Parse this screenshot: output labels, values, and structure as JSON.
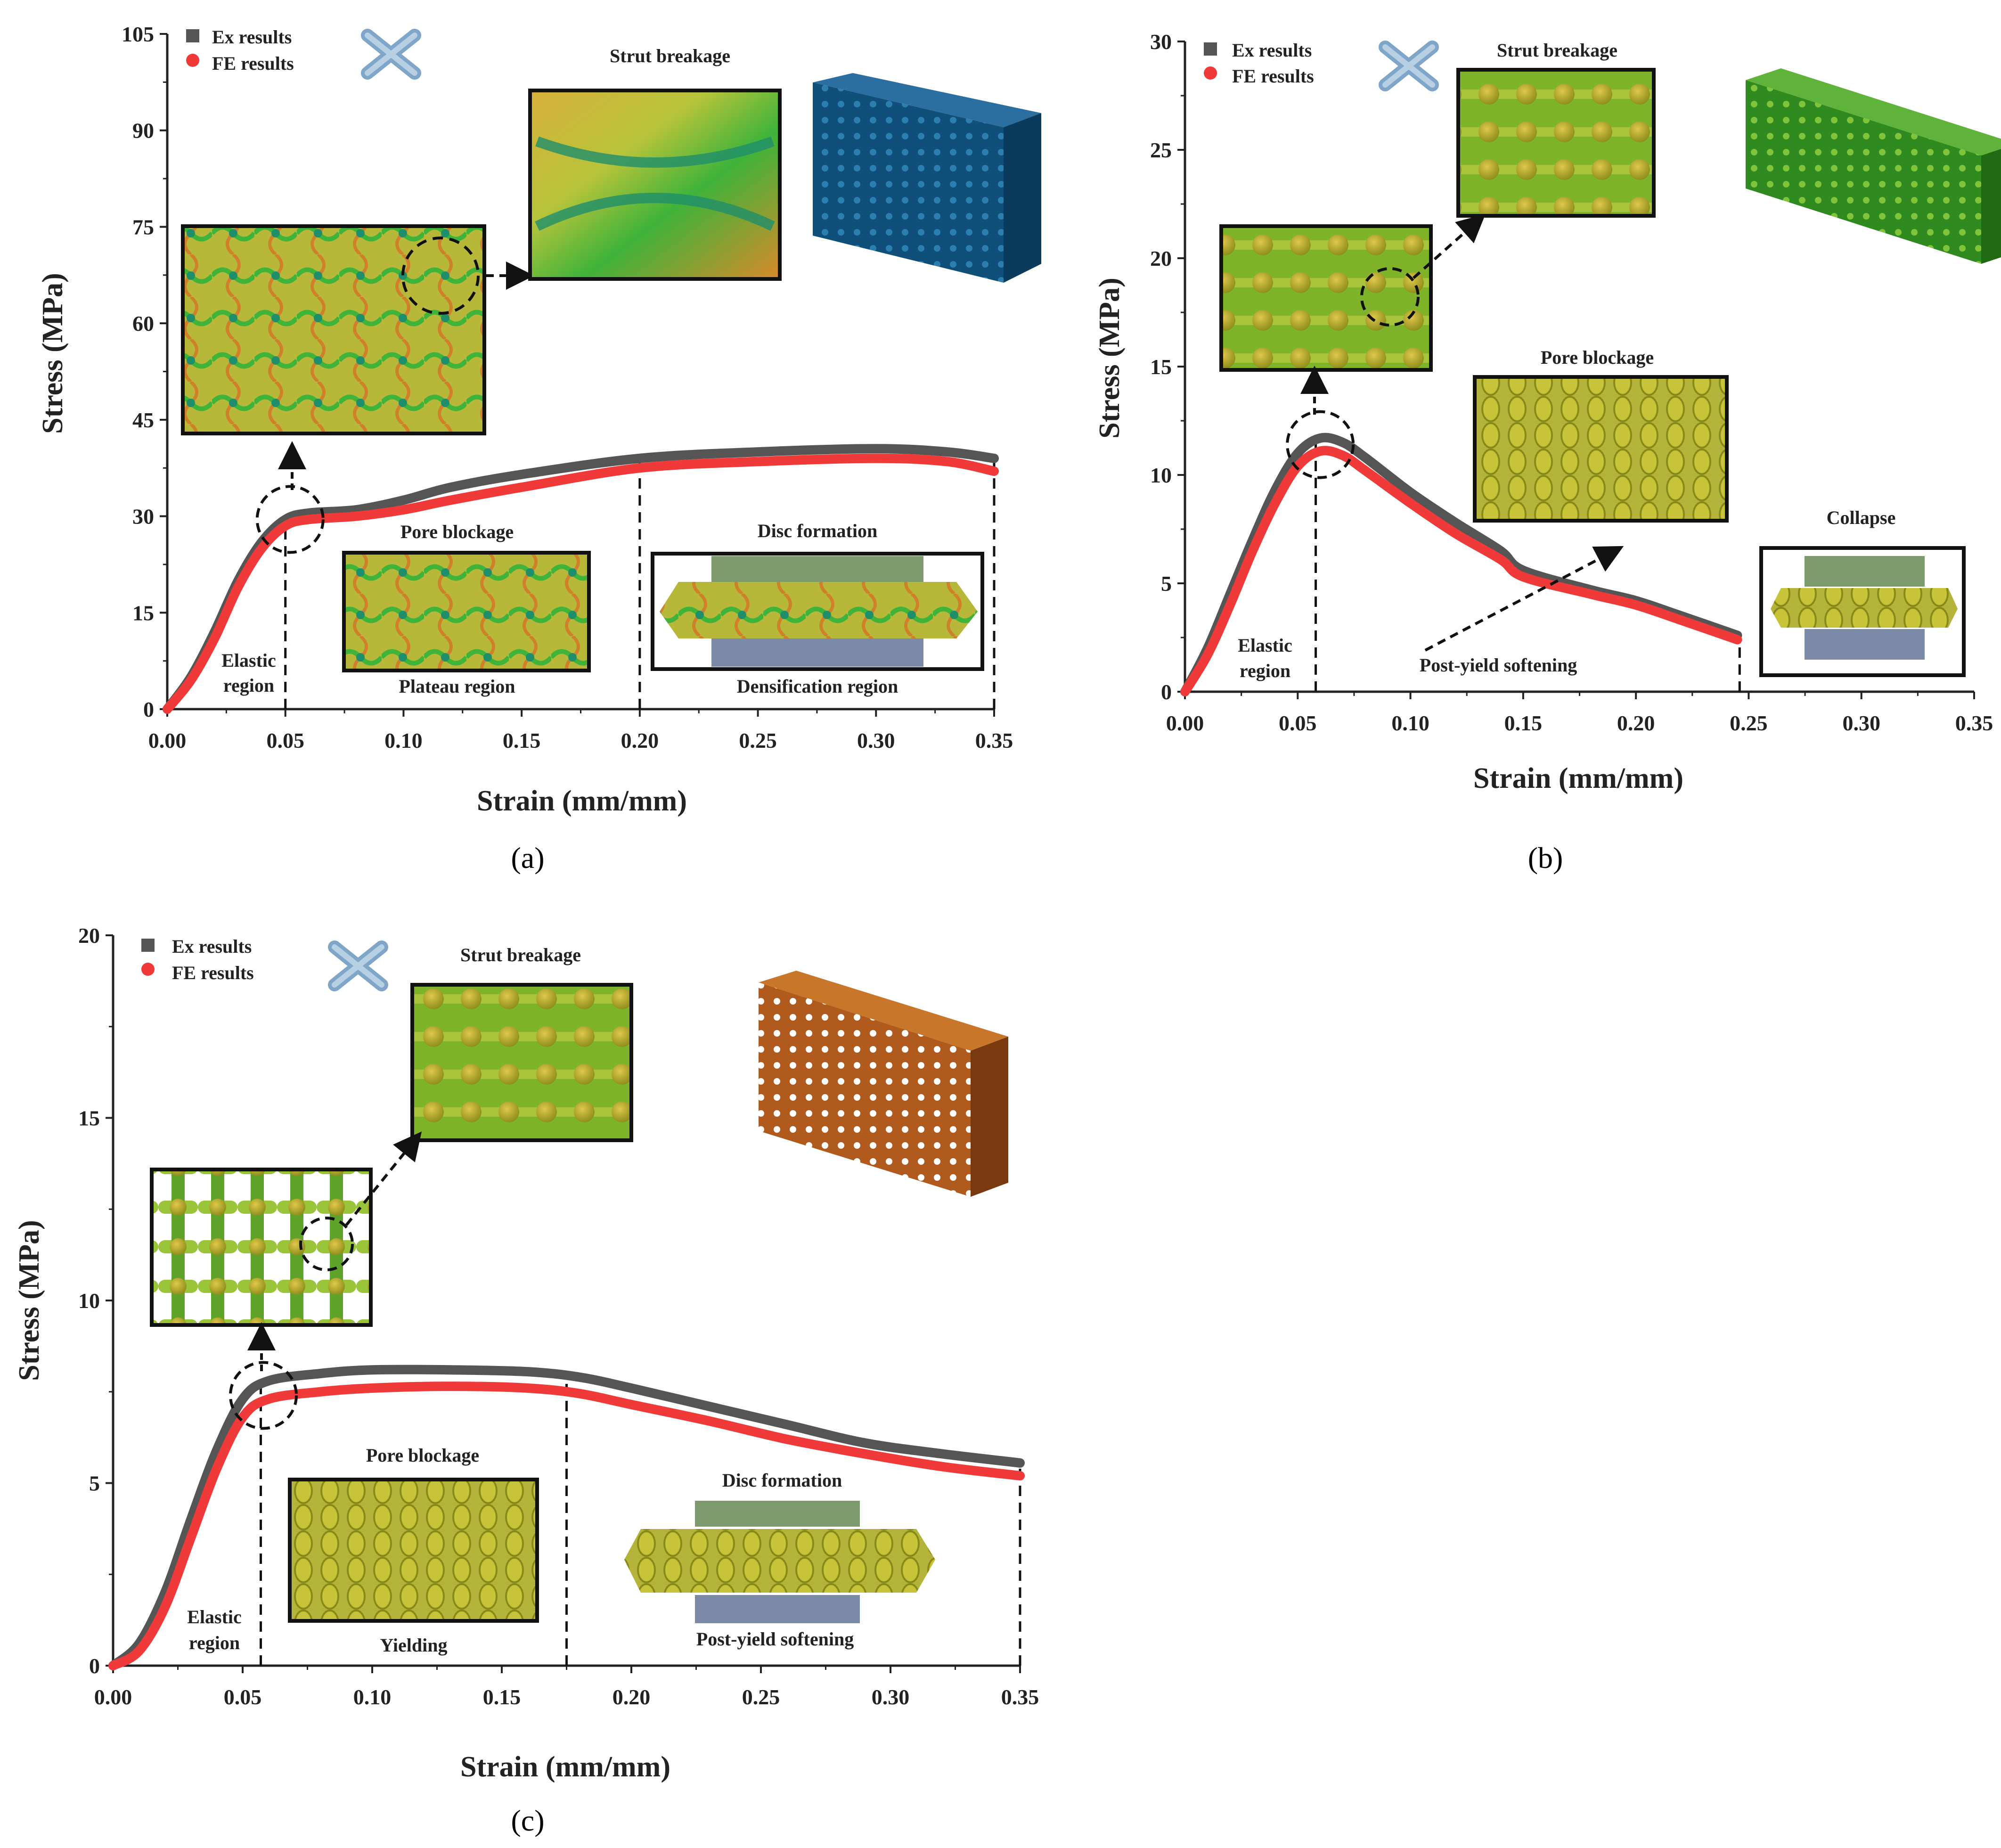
{
  "colors": {
    "ex": "#555555",
    "fe": "#f03a3a",
    "axis": "#222222",
    "stress_field": [
      "#0f8f6b",
      "#3fb33a",
      "#a8c43a",
      "#e0b43a",
      "#e0802a",
      "#d04a2a"
    ],
    "lattice_blue": "#0f4f7a",
    "lattice_green": "#2f8a1f",
    "lattice_copper": "#b05a1e",
    "anvil_top": "#7d9a6f",
    "anvil_bottom": "#7b8aa6"
  },
  "icons": [
    "cross-node-icon",
    "lattice-cube-icon",
    "fe-inset-image"
  ],
  "chart_data": [
    {
      "type": "line",
      "panel_label": "(a)",
      "xlabel": "Strain (mm/mm)",
      "ylabel": "Stress (MPa)",
      "xlim": [
        0,
        0.35
      ],
      "ylim": [
        0,
        105
      ],
      "xticks": [
        "0.00",
        "0.05",
        "0.10",
        "0.15",
        "0.20",
        "0.25",
        "0.30",
        "0.35"
      ],
      "yticks": [
        "0",
        "15",
        "30",
        "45",
        "60",
        "75",
        "90",
        "105"
      ],
      "legend": [
        "Ex results",
        "FE results"
      ],
      "legend_position": "top-left",
      "series": [
        {
          "name": "Ex results",
          "color": "#555555",
          "marker": "square",
          "x": [
            0,
            0.01,
            0.02,
            0.03,
            0.04,
            0.05,
            0.06,
            0.08,
            0.1,
            0.12,
            0.15,
            0.2,
            0.25,
            0.3,
            0.33,
            0.35
          ],
          "y": [
            0,
            5,
            12,
            20,
            26,
            29.5,
            30.5,
            31,
            32.5,
            34.5,
            36.5,
            39,
            40,
            40.5,
            40,
            39
          ]
        },
        {
          "name": "FE results",
          "color": "#f03a3a",
          "marker": "circle",
          "x": [
            0,
            0.01,
            0.02,
            0.03,
            0.04,
            0.05,
            0.06,
            0.08,
            0.1,
            0.12,
            0.15,
            0.2,
            0.25,
            0.3,
            0.33,
            0.35
          ],
          "y": [
            0,
            4.5,
            11,
            19,
            25,
            28.5,
            29.5,
            30,
            31,
            32.5,
            34.5,
            37.5,
            38.5,
            39,
            38.5,
            37
          ]
        }
      ],
      "vlines": [
        0.05,
        0.2,
        0.35
      ],
      "circle_marker": {
        "x": 0.052,
        "y": 29.5
      },
      "annotations": [
        "Strut breakage",
        "Pore blockage",
        "Plateau region",
        "Disc formation",
        "Densification region",
        "Elastic region"
      ]
    },
    {
      "type": "line",
      "panel_label": "(b)",
      "xlabel": "Strain (mm/mm)",
      "ylabel": "Stress (MPa)",
      "xlim": [
        0,
        0.35
      ],
      "ylim": [
        0,
        30
      ],
      "xticks": [
        "0.00",
        "0.05",
        "0.10",
        "0.15",
        "0.20",
        "0.25",
        "0.30",
        "0.35"
      ],
      "yticks": [
        "0",
        "5",
        "10",
        "15",
        "20",
        "25",
        "30"
      ],
      "legend": [
        "Ex results",
        "FE results"
      ],
      "legend_position": "top-left",
      "series": [
        {
          "name": "Ex results",
          "color": "#555555",
          "marker": "square",
          "x": [
            0,
            0.01,
            0.02,
            0.03,
            0.04,
            0.05,
            0.06,
            0.07,
            0.08,
            0.1,
            0.12,
            0.14,
            0.15,
            0.18,
            0.2,
            0.22,
            0.245
          ],
          "y": [
            0,
            2,
            4.5,
            7,
            9.3,
            11,
            11.7,
            11.5,
            10.8,
            9.2,
            7.8,
            6.5,
            5.6,
            4.7,
            4.2,
            3.5,
            2.6
          ]
        },
        {
          "name": "FE results",
          "color": "#f03a3a",
          "marker": "circle",
          "x": [
            0,
            0.01,
            0.02,
            0.03,
            0.04,
            0.05,
            0.06,
            0.07,
            0.08,
            0.1,
            0.12,
            0.14,
            0.15,
            0.18,
            0.2,
            0.22,
            0.245
          ],
          "y": [
            0,
            1.7,
            4,
            6.5,
            8.7,
            10.4,
            11.1,
            10.9,
            10.2,
            8.7,
            7.3,
            6.1,
            5.3,
            4.5,
            4,
            3.3,
            2.4
          ]
        }
      ],
      "vlines": [
        0.058,
        0.246
      ],
      "circle_marker": {
        "x": 0.06,
        "y": 11.4
      },
      "annotations": [
        "Strut breakage",
        "Pore blockage",
        "Collapse",
        "Post-yield softening",
        "Elastic region"
      ]
    },
    {
      "type": "line",
      "panel_label": "(c)",
      "xlabel": "Strain (mm/mm)",
      "ylabel": "Stress (MPa)",
      "xlim": [
        0,
        0.35
      ],
      "ylim": [
        0,
        20
      ],
      "xticks": [
        "0.00",
        "0.05",
        "0.10",
        "0.15",
        "0.20",
        "0.25",
        "0.30",
        "0.35"
      ],
      "yticks": [
        "0",
        "5",
        "10",
        "15",
        "20"
      ],
      "legend": [
        "Ex results",
        "FE results"
      ],
      "legend_position": "top-left",
      "series": [
        {
          "name": "Ex results",
          "color": "#555555",
          "marker": "square",
          "x": [
            0,
            0.01,
            0.02,
            0.03,
            0.04,
            0.05,
            0.06,
            0.08,
            0.1,
            0.13,
            0.16,
            0.18,
            0.2,
            0.23,
            0.26,
            0.29,
            0.32,
            0.35
          ],
          "y": [
            0,
            0.6,
            2,
            4,
            5.9,
            7.3,
            7.8,
            8,
            8.1,
            8.1,
            8.05,
            7.9,
            7.6,
            7.1,
            6.6,
            6.1,
            5.8,
            5.55
          ]
        },
        {
          "name": "FE results",
          "color": "#f03a3a",
          "marker": "circle",
          "x": [
            0,
            0.01,
            0.02,
            0.03,
            0.04,
            0.05,
            0.06,
            0.08,
            0.1,
            0.13,
            0.16,
            0.18,
            0.2,
            0.23,
            0.26,
            0.29,
            0.32,
            0.35
          ],
          "y": [
            0,
            0.4,
            1.6,
            3.5,
            5.4,
            6.8,
            7.3,
            7.5,
            7.6,
            7.65,
            7.6,
            7.45,
            7.15,
            6.7,
            6.2,
            5.8,
            5.45,
            5.2
          ]
        }
      ],
      "vlines": [
        0.057,
        0.175,
        0.35
      ],
      "circle_marker": {
        "x": 0.058,
        "y": 7.4
      },
      "annotations": [
        "Strut breakage",
        "Pore blockage",
        "Yielding",
        "Disc formation",
        "Post-yield softening",
        "Elastic region"
      ]
    }
  ],
  "panel_a": {
    "legend_ex": "Ex results",
    "legend_fe": "FE results",
    "strut_breakage": "Strut breakage",
    "pore_blockage": "Pore blockage",
    "plateau_region": "Plateau region",
    "disc_formation": "Disc formation",
    "densification_region": "Densification region",
    "elastic_region_1": "Elastic",
    "elastic_region_2": "region",
    "xlabel": "Strain (mm/mm)",
    "ylabel": "Stress (MPa)",
    "label": "(a)"
  },
  "panel_b": {
    "legend_ex": "Ex results",
    "legend_fe": "FE results",
    "strut_breakage": "Strut breakage",
    "pore_blockage": "Pore blockage",
    "collapse": "Collapse",
    "post_yield": "Post-yield softening",
    "elastic_region_1": "Elastic",
    "elastic_region_2": "region",
    "xlabel": "Strain (mm/mm)",
    "ylabel": "Stress (MPa)",
    "label": "(b)"
  },
  "panel_c": {
    "legend_ex": "Ex results",
    "legend_fe": "FE results",
    "strut_breakage": "Strut breakage",
    "pore_blockage": "Pore blockage",
    "yielding": "Yielding",
    "disc_formation": "Disc formation",
    "post_yield": "Post-yield softening",
    "elastic_region_1": "Elastic",
    "elastic_region_2": "region",
    "xlabel": "Strain (mm/mm)",
    "ylabel": "Stress (MPa)",
    "label": "(c)"
  }
}
